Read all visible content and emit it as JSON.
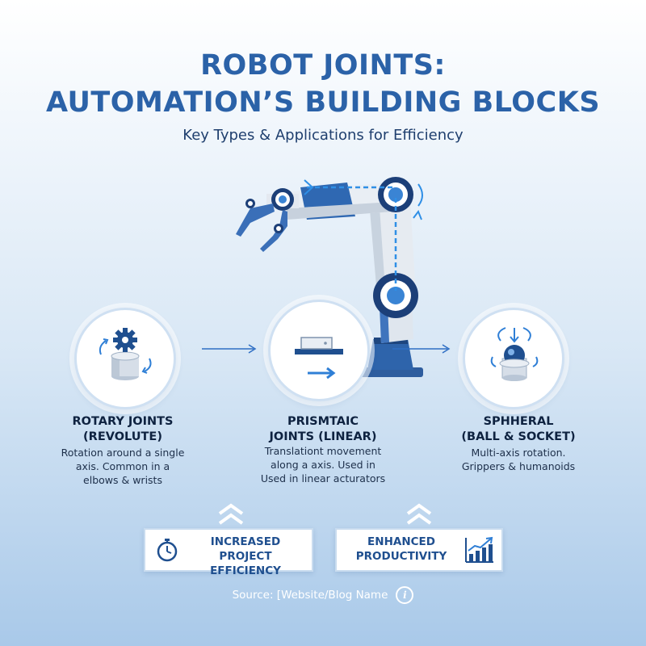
{
  "header": {
    "title_line1": "ROBOT JOINTS:",
    "title_line2": "AUTOMATION’S BUILDING BLOCKS",
    "subtitle": "Key Types & Applications for Efficiency"
  },
  "joints": [
    {
      "title_line1": "ROTARY JOINTS",
      "title_line2": "(REVOLUTE)",
      "desc_line1": "Rotation around a single",
      "desc_line2": "axis. Common in a",
      "desc_line3": "elbows & wrists",
      "icon": "gear-cylinder-icon"
    },
    {
      "title_line1": "PRISMTAIC",
      "title_line2": "JOINTS (LINEAR)",
      "desc_line1": "Translationt movement",
      "desc_line2": "along a axis. Used in",
      "desc_line3": "Used in linear acturators",
      "icon": "linear-slider-icon"
    },
    {
      "title_line1": "SPHHERAL",
      "title_line2": "(BALL & SOCKET)",
      "desc_line1": "Multi-axis rotation.",
      "desc_line2": "Grippers & humanoids",
      "desc_line3": "",
      "icon": "ball-socket-icon"
    }
  ],
  "benefits": [
    {
      "line1": "INCREASED",
      "line2": "PROJECT EFFICIENCY",
      "icon": "stopwatch-icon"
    },
    {
      "line1": "ENHANCED",
      "line2": "PRODUCTIVITY",
      "icon": "growth-chart-icon"
    }
  ],
  "footer": {
    "source": "Source: [Website/Blog Name",
    "info_glyph": "i"
  },
  "colors": {
    "brand": "#2b62a8",
    "accent": "#3a7fd0",
    "dark_text": "#0e2240"
  }
}
